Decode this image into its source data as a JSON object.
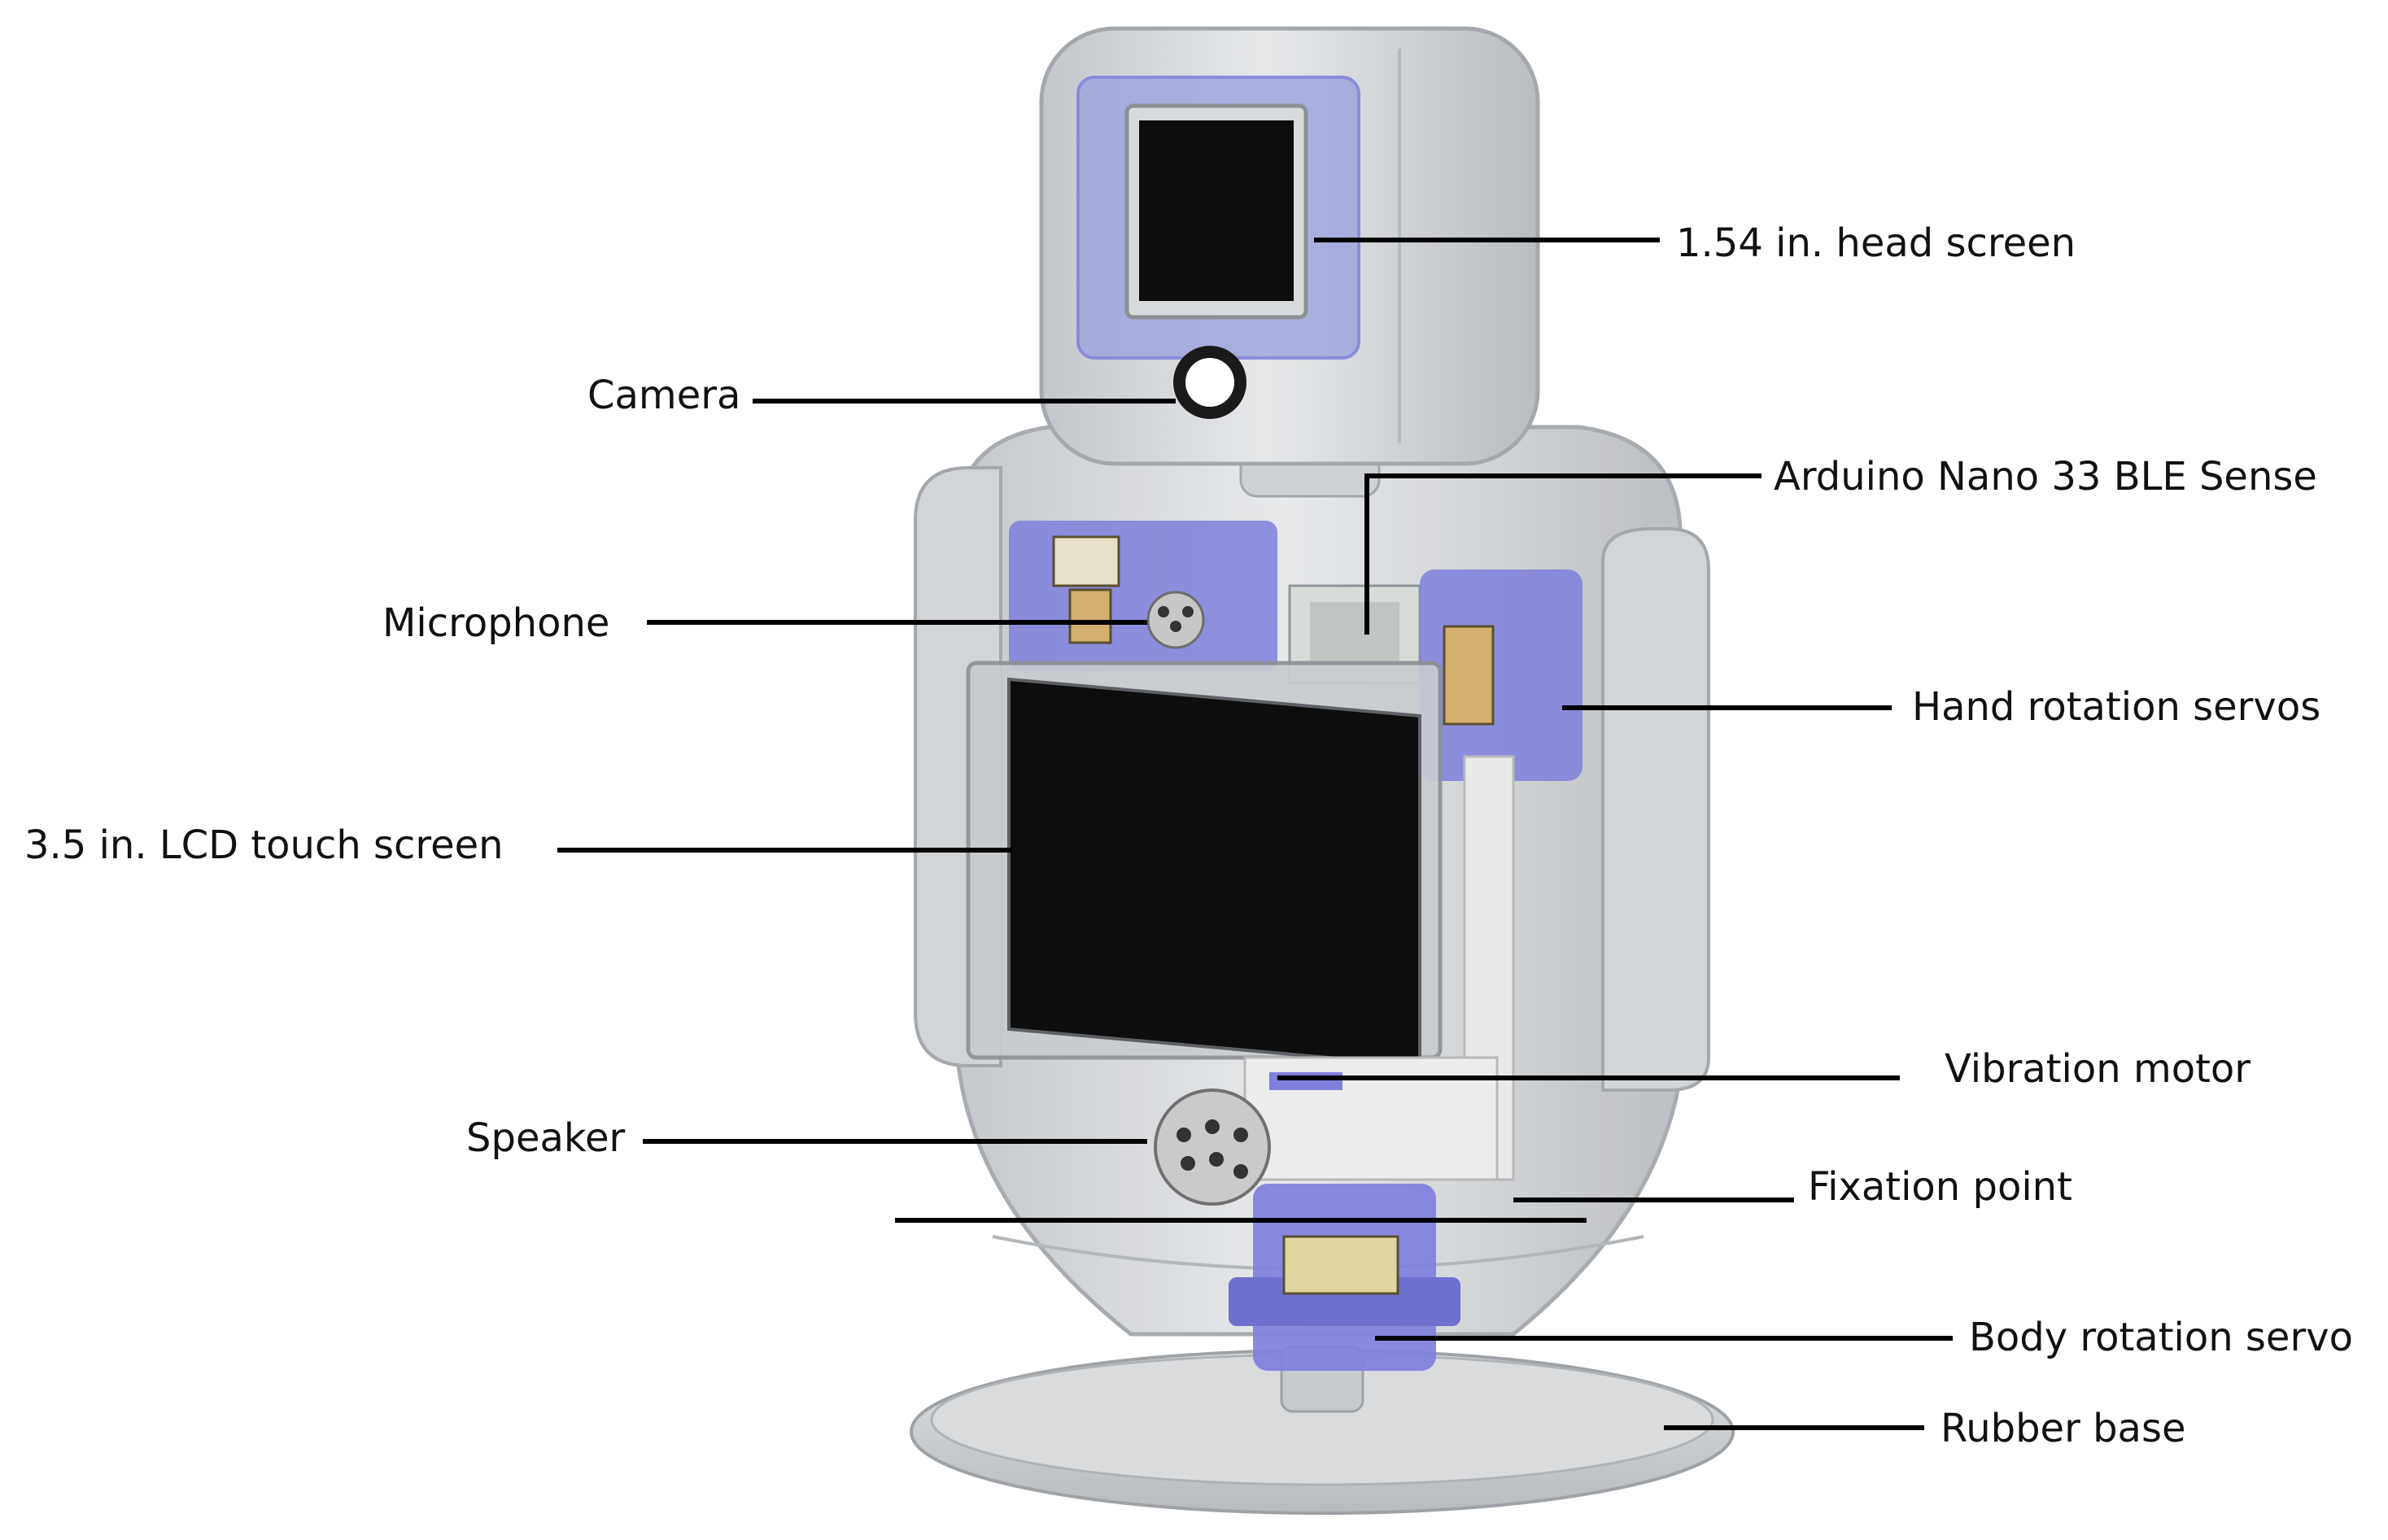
{
  "colors": {
    "shell": "#d7dadd",
    "shell_edge": "#a9adb2",
    "component_blue": "#7f7fdc",
    "screen": "#0d0d0d",
    "base": "#cfd2d4",
    "leader_line": "#000000"
  },
  "labels": {
    "head_screen": "1.54 in. head screen",
    "camera": "Camera",
    "arduino": "Arduino Nano 33 BLE Sense",
    "microphone": "Microphone",
    "hand_servos": "Hand rotation servos",
    "lcd": "3.5 in. LCD touch screen",
    "vibration_motor": "Vibration motor",
    "speaker": "Speaker",
    "fixation_point": "Fixation point",
    "body_servo": "Body rotation servo",
    "rubber_base": "Rubber base"
  }
}
